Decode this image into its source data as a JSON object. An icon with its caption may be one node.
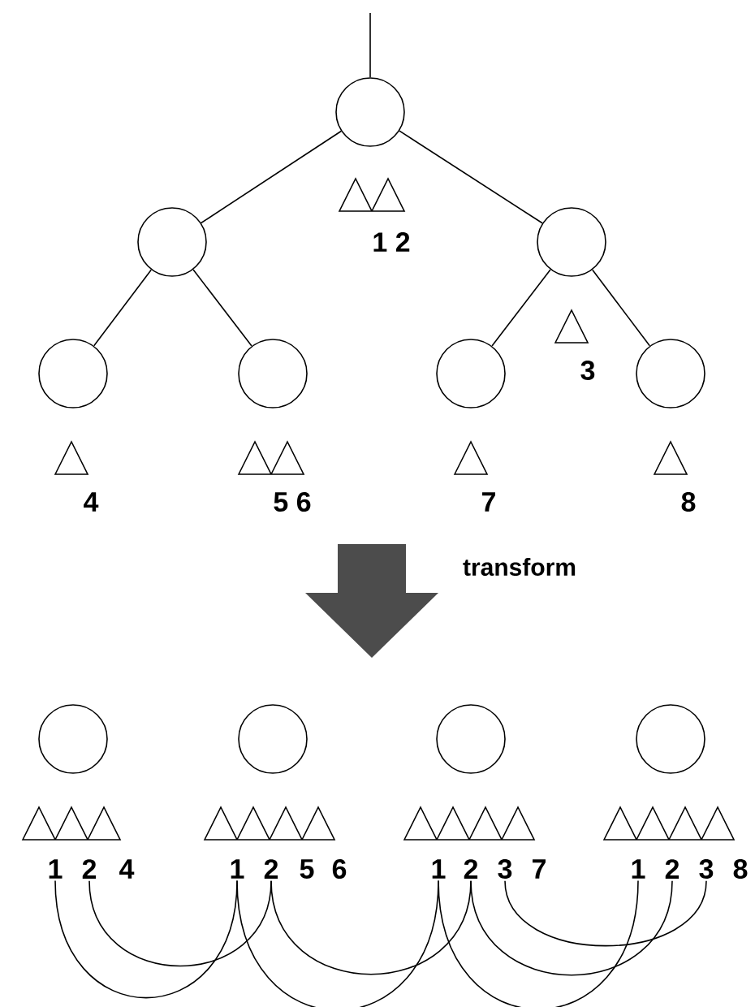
{
  "diagram": {
    "nodes": [
      {
        "text": [],
        "shape": "circle"
      },
      {
        "text": [],
        "shape": "circle"
      },
      {
        "text": [],
        "shape": "circle"
      },
      {
        "text": [],
        "shape": "circle"
      },
      {
        "text": [],
        "shape": "circle"
      },
      {
        "text": [],
        "shape": "circle"
      },
      {
        "text": [],
        "shape": "circle"
      },
      {
        "text": [],
        "shape": "circle"
      },
      {
        "text": [],
        "shape": "circle"
      },
      {
        "text": [],
        "shape": "circle"
      },
      {
        "text": [],
        "shape": "circle"
      },
      {
        "text": [
          "1"
        ]
      },
      {
        "text": [
          "2"
        ]
      },
      {
        "text": [
          "4"
        ]
      },
      {
        "text": [
          "1"
        ]
      },
      {
        "text": [
          "2"
        ]
      },
      {
        "text": [
          "5"
        ]
      },
      {
        "text": [
          "6"
        ]
      },
      {
        "text": [
          "1"
        ]
      },
      {
        "text": [
          "2"
        ]
      },
      {
        "text": [
          "3"
        ]
      },
      {
        "text": [
          "7"
        ]
      },
      {
        "text": [
          "1"
        ]
      },
      {
        "text": [
          "2"
        ]
      },
      {
        "text": [
          "3"
        ]
      },
      {
        "text": [
          "8"
        ]
      }
    ],
    "edges": [
      {
        "from": null,
        "to": 0,
        "arrow": "none"
      },
      {
        "from": 0,
        "to": 1,
        "arrow": "none"
      },
      {
        "from": 0,
        "to": 2,
        "arrow": "none"
      },
      {
        "from": 1,
        "to": 3,
        "arrow": "none"
      },
      {
        "from": 1,
        "to": 4,
        "arrow": "none"
      },
      {
        "from": 2,
        "to": 5,
        "arrow": "none"
      },
      {
        "from": 2,
        "to": 6,
        "arrow": "none"
      },
      {
        "from": 11,
        "to": 14,
        "arrow": "none"
      },
      {
        "from": 12,
        "to": 15,
        "arrow": "none"
      },
      {
        "from": 14,
        "to": 18,
        "arrow": "none"
      },
      {
        "from": 15,
        "to": 19,
        "arrow": "none"
      },
      {
        "from": 18,
        "to": 22,
        "arrow": "none"
      },
      {
        "from": 19,
        "to": 23,
        "arrow": "none"
      },
      {
        "from": 20,
        "to": 24,
        "arrow": "none"
      }
    ],
    "labels": [
      "1 2",
      "3",
      "4",
      "5 6",
      "7",
      "8",
      "transform"
    ]
  }
}
